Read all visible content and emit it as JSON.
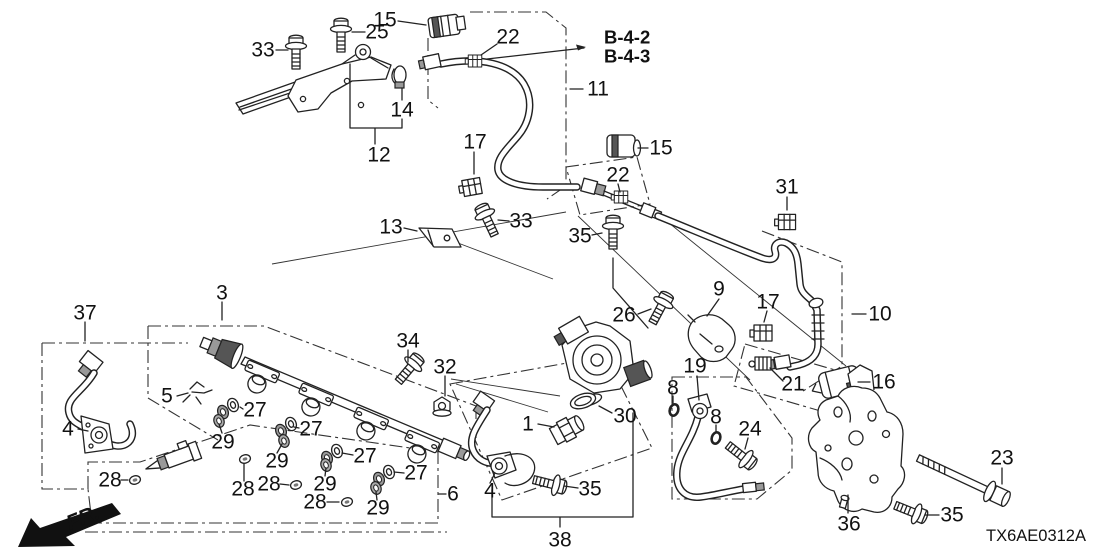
{
  "diagram": {
    "type": "exploded-parts-diagram",
    "code": "TX6AE0312A",
    "direction_indicator": "FR.",
    "detail_references": {
      "ref1": "B-4-2",
      "ref2": "B-4-3"
    },
    "callouts": {
      "c1": "1",
      "c3": "3",
      "c4a": "4",
      "c4b": "4",
      "c5": "5",
      "c6": "6",
      "c8a": "8",
      "c8b": "8",
      "c9": "9",
      "c10": "10",
      "c11": "11",
      "c12": "12",
      "c13": "13",
      "c14": "14",
      "c15a": "15",
      "c15b": "15",
      "c16": "16",
      "c17a": "17",
      "c17b": "17",
      "c19": "19",
      "c21": "21",
      "c22a": "22",
      "c22b": "22",
      "c23": "23",
      "c24": "24",
      "c25": "25",
      "c26": "26",
      "c27a": "27",
      "c27b": "27",
      "c27c": "27",
      "c27d": "27",
      "c28a": "28",
      "c28b": "28",
      "c28c": "28",
      "c28d": "28",
      "c29a": "29",
      "c29b": "29",
      "c29c": "29",
      "c29d": "29",
      "c30": "30",
      "c31": "31",
      "c32": "32",
      "c33a": "33",
      "c33b": "33",
      "c34": "34",
      "c35a": "35",
      "c35b": "35",
      "c35c": "35",
      "c36": "36",
      "c37": "37",
      "c38": "38"
    }
  }
}
